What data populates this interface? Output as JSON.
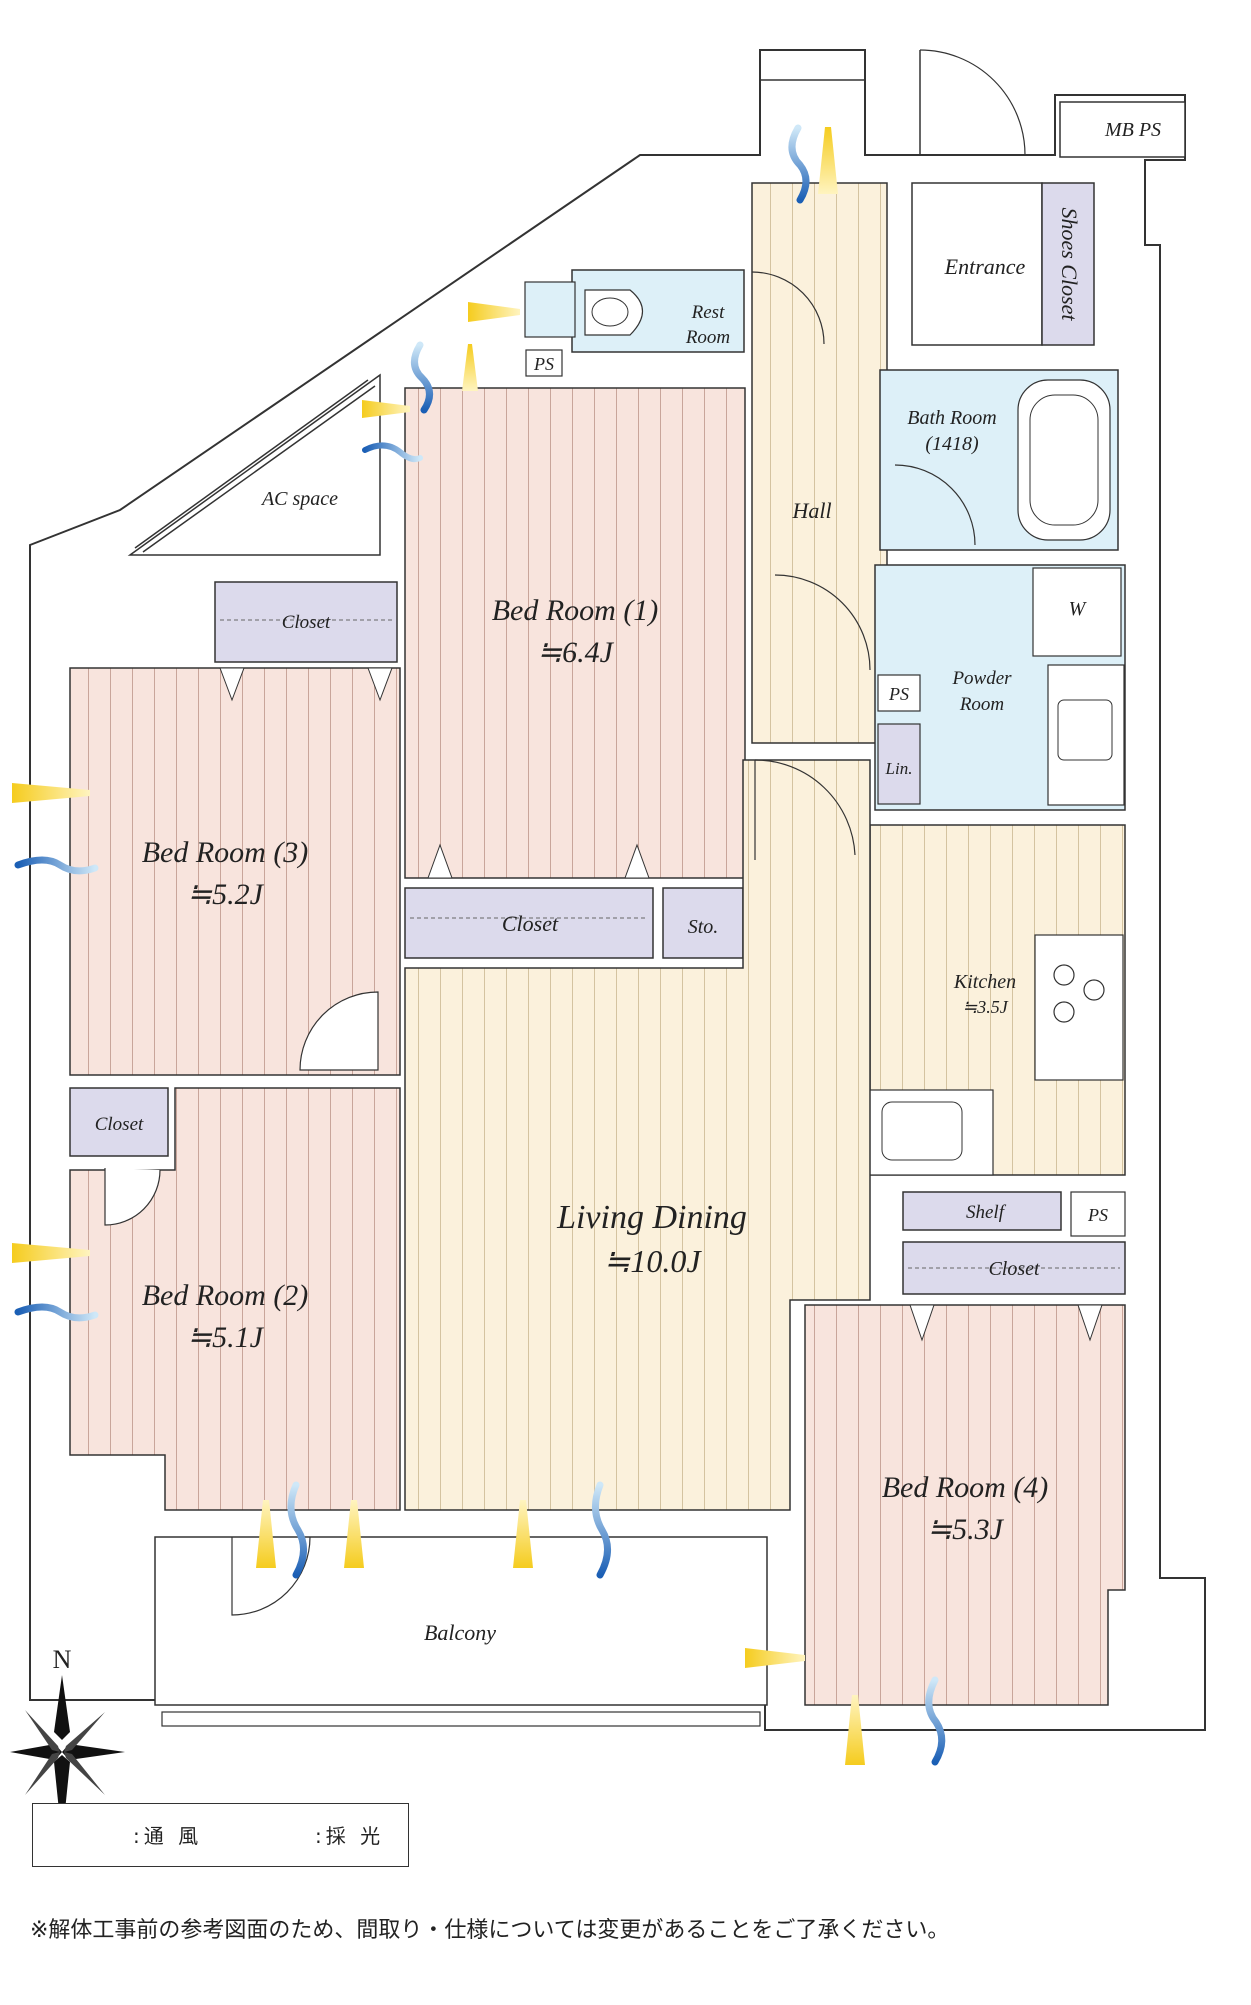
{
  "labels": {
    "mb_ps": "MB  PS",
    "shoes_closet": "Shoes Closet",
    "entrance": "Entrance",
    "rest_room_1": "Rest",
    "rest_room_2": "Room",
    "ps_top": "PS",
    "bath_room_1": "Bath Room",
    "bath_room_2": "(1418)",
    "hall": "Hall",
    "ac_space": "AC space",
    "closet_top": "Closet",
    "bed1_name": "Bed Room (1)",
    "bed1_size": "≒6.4J",
    "washer": "W",
    "ps_powder": "PS",
    "powder_1": "Powder",
    "powder_2": "Room",
    "linen": "Lin.",
    "bed3_name": "Bed Room (3)",
    "bed3_size": "≒5.2J",
    "closet_mid": "Closet",
    "storage": "Sto.",
    "kitchen_name": "Kitchen",
    "kitchen_size": "≒3.5J",
    "closet_small": "Closet",
    "living_name": "Living Dining",
    "living_size": "≒10.0J",
    "shelf": "Shelf",
    "ps_shelf": "PS",
    "closet_bed4": "Closet",
    "bed2_name": "Bed Room (2)",
    "bed2_size": "≒5.1J",
    "bed4_name": "Bed Room (4)",
    "bed4_size": "≒5.3J",
    "balcony": "Balcony",
    "north": "N"
  },
  "legend": {
    "wind": ":通 風",
    "light": ":採 光"
  },
  "note": "※解体工事前の参考図面のため、間取り・仕様については変更があることをご了承ください。",
  "colors": {
    "bedroom": "#f8e4dd",
    "living": "#fbf1dc",
    "wet": "#ddf0f8",
    "storage": "#dcdaec",
    "wall": "#333333",
    "wind": "#3a7fc9",
    "light": "#f5cc1e"
  }
}
